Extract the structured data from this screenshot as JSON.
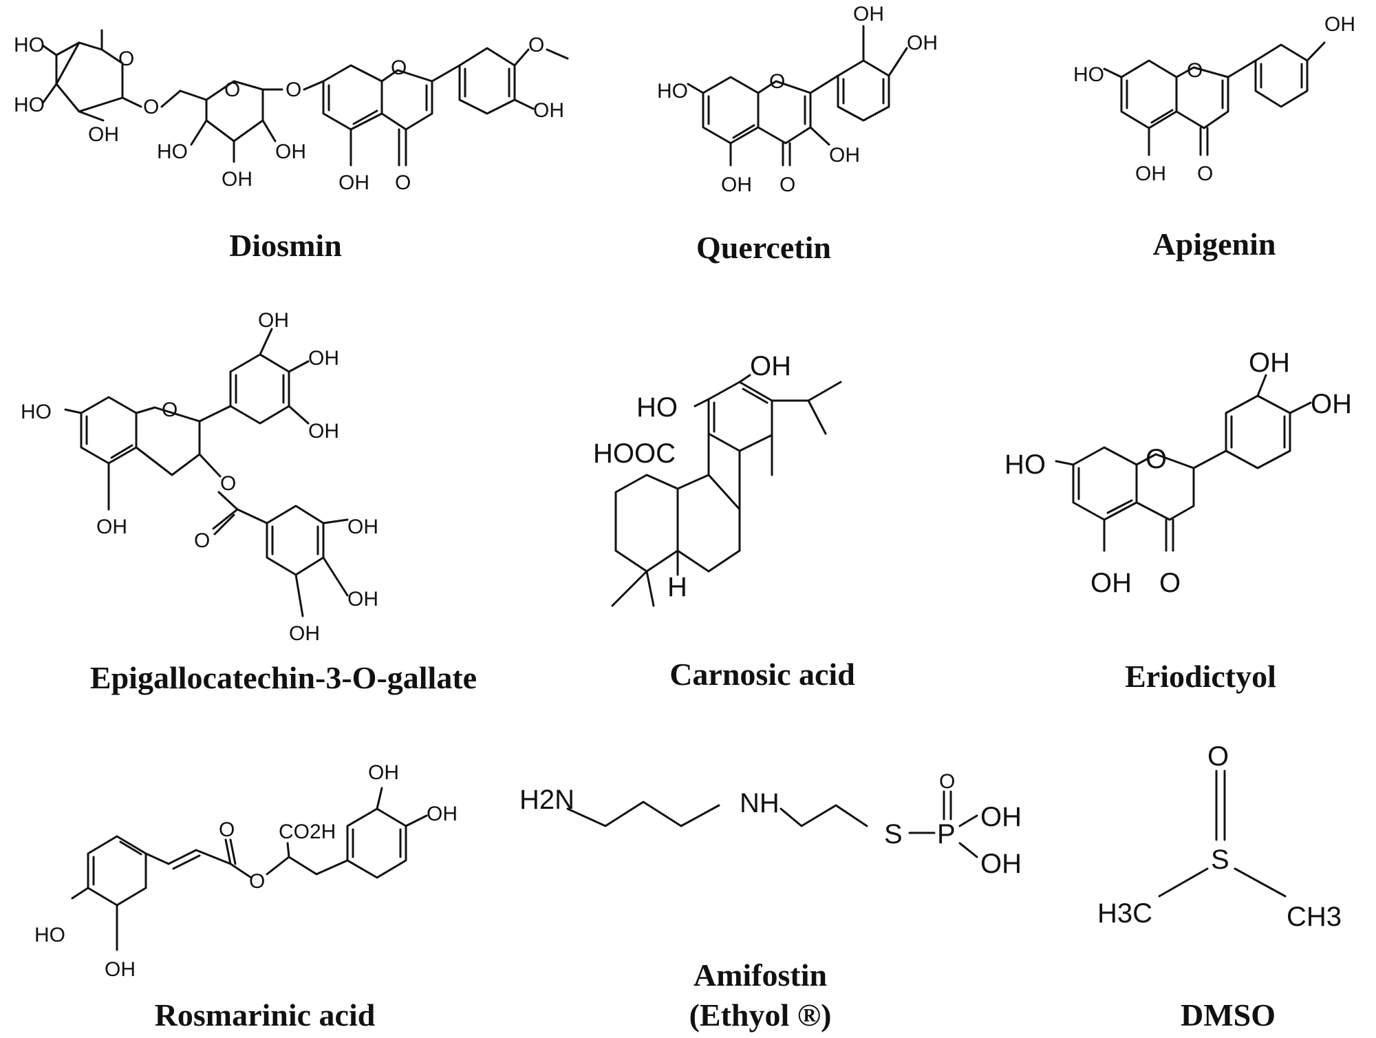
{
  "figure": {
    "compounds": [
      {
        "name": "Diosmin",
        "labels": [
          "HO",
          "O",
          "HO",
          "OH",
          "O",
          "HO",
          "OH",
          "OH",
          "O",
          "O",
          "OH",
          "O",
          "O",
          "OH"
        ]
      },
      {
        "name": "Quercetin",
        "labels": [
          "OH",
          "OH",
          "HO",
          "O",
          "OH",
          "OH",
          "O"
        ]
      },
      {
        "name": "Apigenin",
        "labels": [
          "OH",
          "HO",
          "O",
          "OH",
          "O"
        ]
      },
      {
        "name": "Epigallocatechin-3-O-gallate",
        "labels": [
          "OH",
          "OH",
          "HO",
          "O",
          "OH",
          "O",
          "OH",
          "O",
          "OH",
          "OH",
          "OH"
        ]
      },
      {
        "name": "Carnosic acid",
        "labels": [
          "OH",
          "HO",
          "HOOC",
          "H"
        ]
      },
      {
        "name": "Eriodictyol",
        "labels": [
          "OH",
          "OH",
          "HO",
          "O",
          "OH",
          "O"
        ]
      },
      {
        "name": "Rosmarinic acid",
        "labels": [
          "OH",
          "OH",
          "O",
          "CO2H",
          "O",
          "HO",
          "OH"
        ]
      },
      {
        "name": "Amifostin",
        "name_line2": "(Ethyol ®)",
        "labels": [
          "H2N",
          "NH",
          "O",
          "S",
          "P",
          "OH",
          "OH"
        ]
      },
      {
        "name": "DMSO",
        "labels": [
          "O",
          "S",
          "H3C",
          "CH3"
        ]
      }
    ]
  },
  "colors": {
    "ink": "#111111",
    "background": "#ffffff"
  }
}
